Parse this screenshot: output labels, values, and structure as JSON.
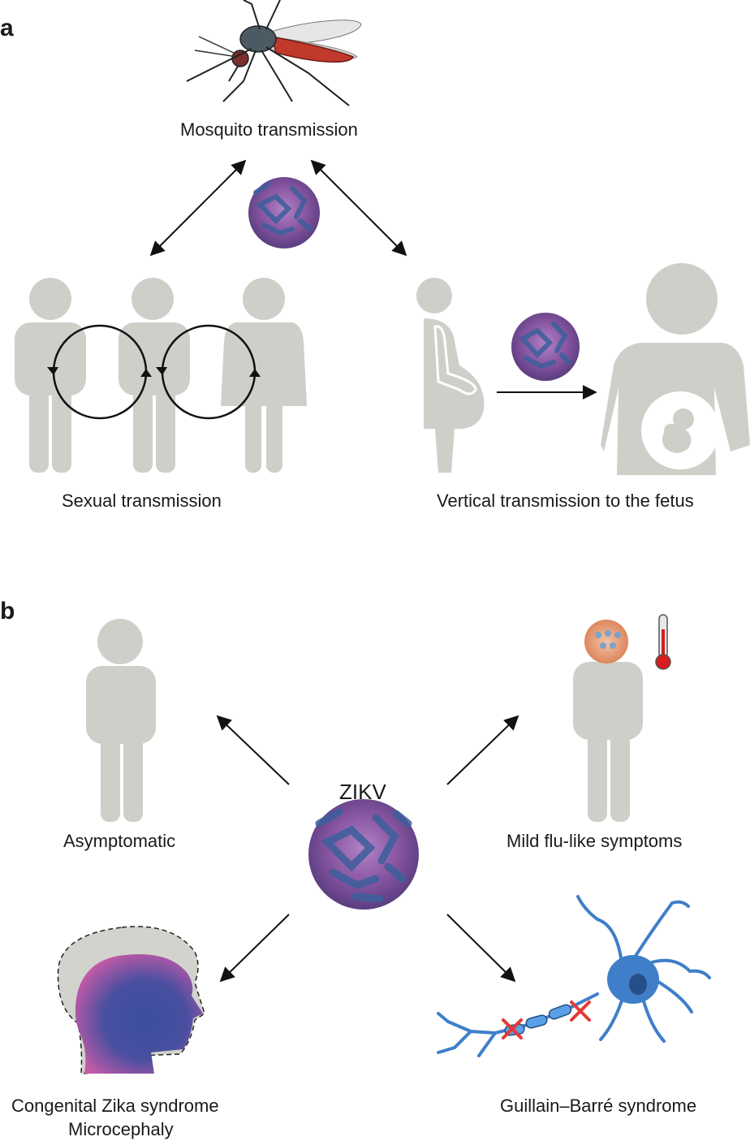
{
  "panels": {
    "a": "a",
    "b": "b"
  },
  "panel_a": {
    "mosquito": "Mosquito transmission",
    "sexual": "Sexual transmission",
    "vertical": "Vertical transmission to the fetus"
  },
  "panel_b": {
    "center": "ZIKV",
    "asymptomatic": "Asymptomatic",
    "mild": "Mild flu-like symptoms",
    "congenital_line1": "Congenital Zika syndrome",
    "congenital_line2": "Microcephaly",
    "gbs": "Guillain–Barré syndrome"
  },
  "colors": {
    "figure_gray": "#cfcfca",
    "virus_purple": "#7a4a8f",
    "virus_blue": "#3d5f9c",
    "mosquito_red": "#c0392b",
    "neuron_blue": "#3f7fc9",
    "cross_red": "#e53935"
  }
}
